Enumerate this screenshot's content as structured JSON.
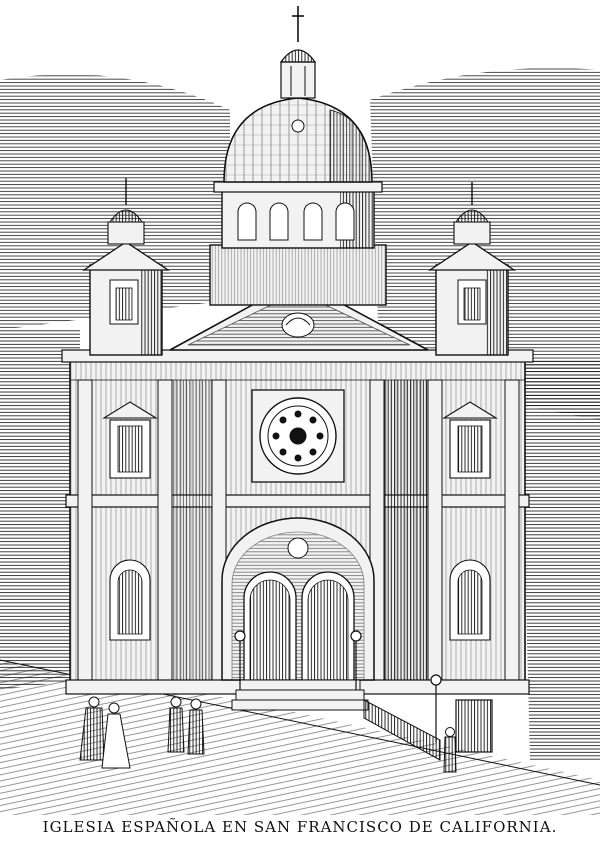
{
  "caption": "IGLESIA ESPAÑOLA EN SAN FRANCISCO DE CALIFORNIA.",
  "colors": {
    "ink": "#111111",
    "paper": "#ffffff",
    "wall": "#f2f2f2"
  },
  "scene": {
    "subject": "church-facade-engraving",
    "elements": [
      "central-dome",
      "cupola-lantern",
      "cross",
      "left-bell-tower",
      "right-bell-tower",
      "pediment",
      "rose-window",
      "arched-doorways",
      "entrance-stairs",
      "lamp-posts",
      "pedestrian-figures",
      "hatched-sky",
      "street-slope"
    ]
  }
}
